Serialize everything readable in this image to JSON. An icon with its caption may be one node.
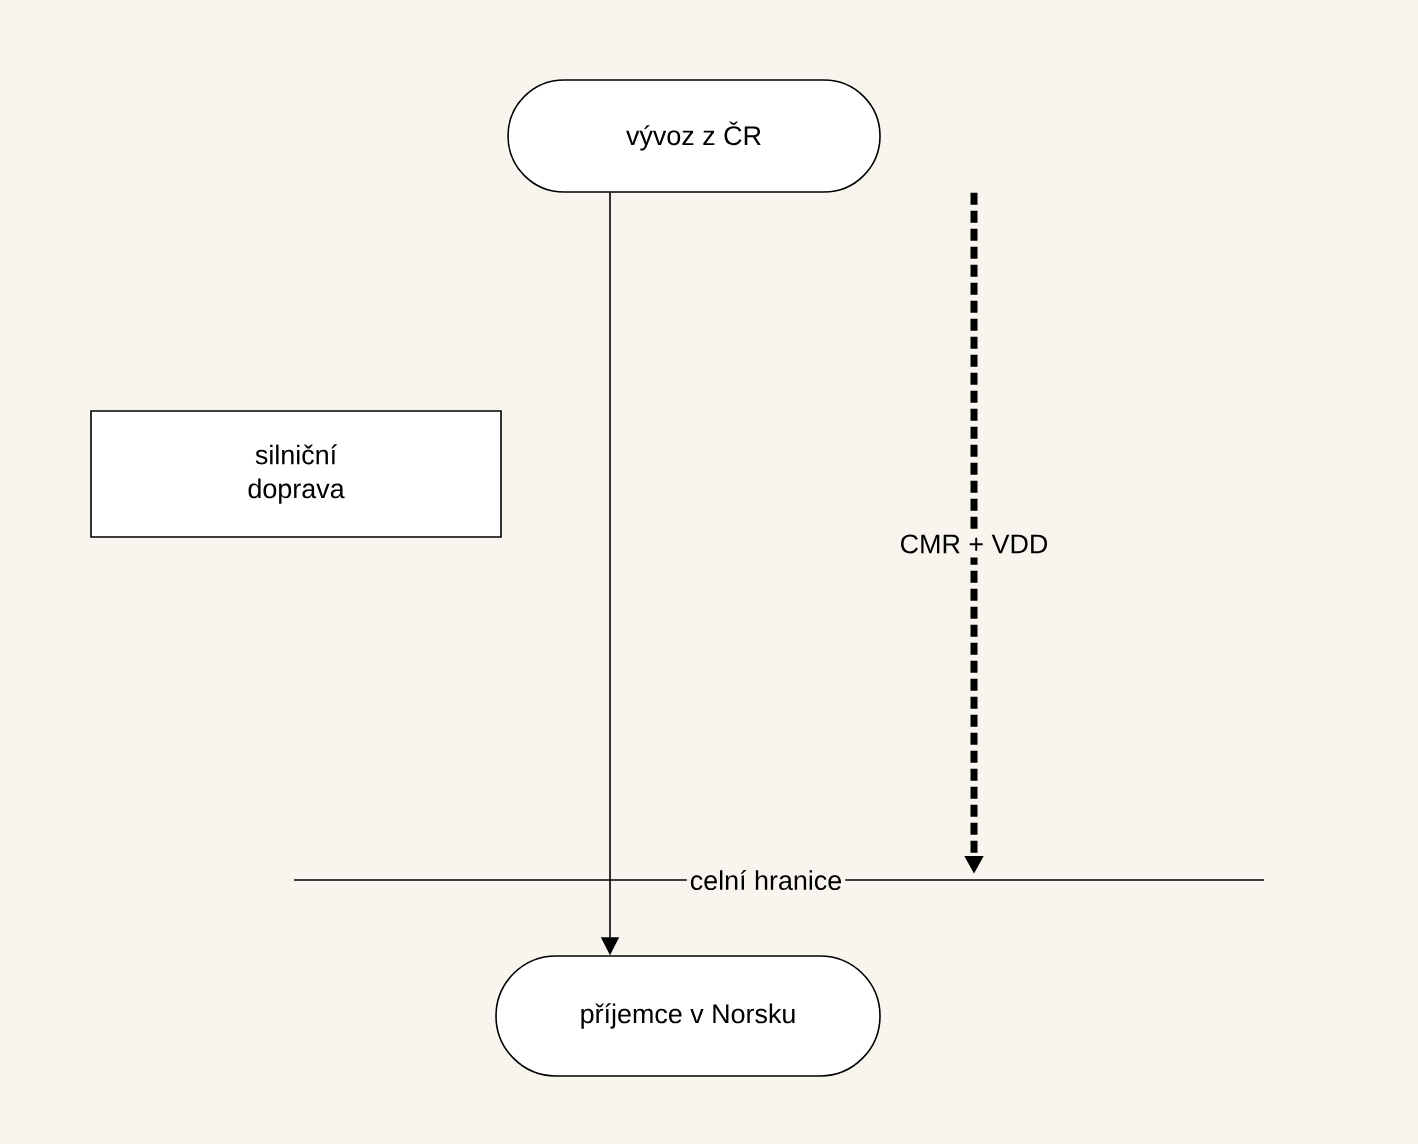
{
  "diagram": {
    "nodes": [
      {
        "text": [
          "vývoz z ČR"
        ]
      },
      {
        "text": [
          "silniční doprava"
        ]
      },
      {
        "text": [
          "příjemce v Norsku"
        ]
      }
    ],
    "edges": [
      {
        "from": 0,
        "to": 2,
        "arrow": "to"
      },
      {
        "from": 0,
        "to": null,
        "arrow": "to",
        "style": "dashed",
        "label": "CMR + VDD"
      }
    ],
    "labels": [
      "celní hranice"
    ]
  }
}
